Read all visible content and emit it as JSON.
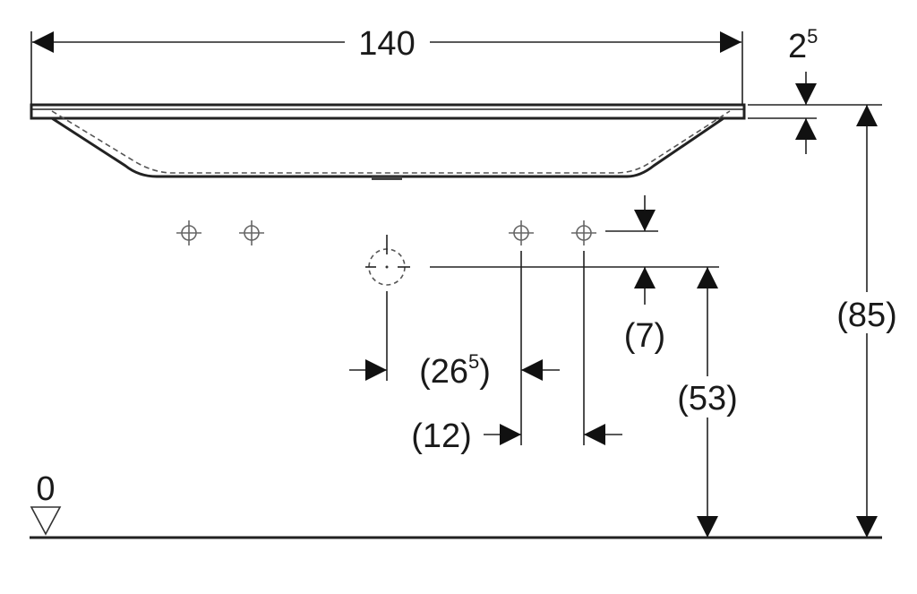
{
  "title": "Washbasin dimension drawing (side view)",
  "dimensions": {
    "width": "140",
    "slab_thickness": {
      "base": "2",
      "sup": "5"
    },
    "total_height": "(85)",
    "drain_height": "(53)",
    "tap_offset": "(7)",
    "drain_to_tap": {
      "open": "(26",
      "sup": "5",
      "close": ")"
    },
    "tap_spacing": "(12)",
    "floor_level": "0"
  },
  "colors": {
    "line": "#222222",
    "background": "#ffffff"
  }
}
